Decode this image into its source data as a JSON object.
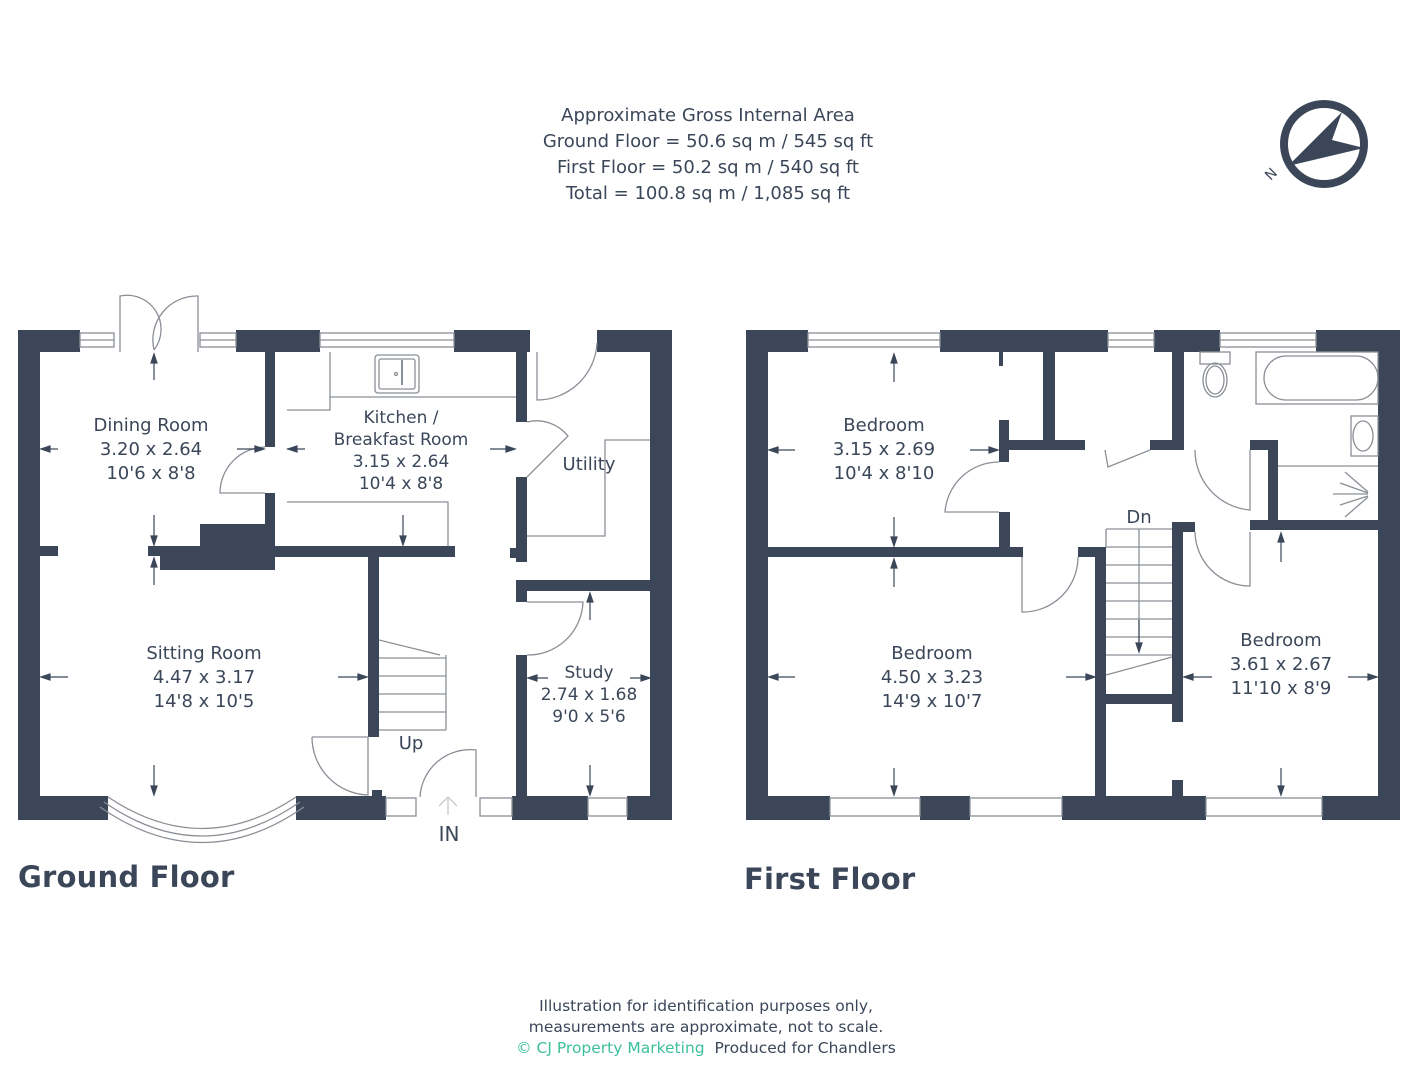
{
  "header": {
    "title": "Approximate Gross Internal Area",
    "lines": [
      "Ground Floor = 50.6 sq m / 545 sq ft",
      "First Floor = 50.2 sq m / 540 sq ft",
      "Total = 100.8 sq m / 1,085 sq ft"
    ]
  },
  "compass": {
    "icon": "compass-north-icon",
    "label": "N"
  },
  "ground_floor": {
    "title": "Ground Floor",
    "rooms": [
      {
        "name": "Dining Room",
        "metric": "3.20 x 2.64",
        "imperial": "10'6 x 8'8"
      },
      {
        "name": "Kitchen /",
        "name2": "Breakfast Room",
        "metric": "3.15 x 2.64",
        "imperial": "10'4 x 8'8"
      },
      {
        "name": "Utility"
      },
      {
        "name": "Sitting Room",
        "metric": "4.47 x 3.17",
        "imperial": "14'8 x 10'5"
      },
      {
        "name": "Study",
        "metric": "2.74 x 1.68",
        "imperial": "9'0 x 5'6"
      }
    ],
    "stairs_label": "Up",
    "entrance_label": "IN"
  },
  "first_floor": {
    "title": "First Floor",
    "rooms": [
      {
        "name": "Bedroom",
        "metric": "3.15 x 2.69",
        "imperial": "10'4 x 8'10"
      },
      {
        "name": "Bedroom",
        "metric": "4.50 x 3.23",
        "imperial": "14'9 x 10'7"
      },
      {
        "name": "Bedroom",
        "metric": "3.61 x 2.67",
        "imperial": "11'10 x 8'9"
      }
    ],
    "stairs_label": "Dn"
  },
  "footer": {
    "line1": "Illustration for identification purposes only,",
    "line2": "measurements are approximate, not to scale.",
    "brand": "© CJ Property Marketing",
    "produced_for": "Produced for Chandlers"
  },
  "colors": {
    "wall": "#3b4759",
    "line": "#8a8f96",
    "brand": "#3dbf9c",
    "background": "#ffffff"
  }
}
